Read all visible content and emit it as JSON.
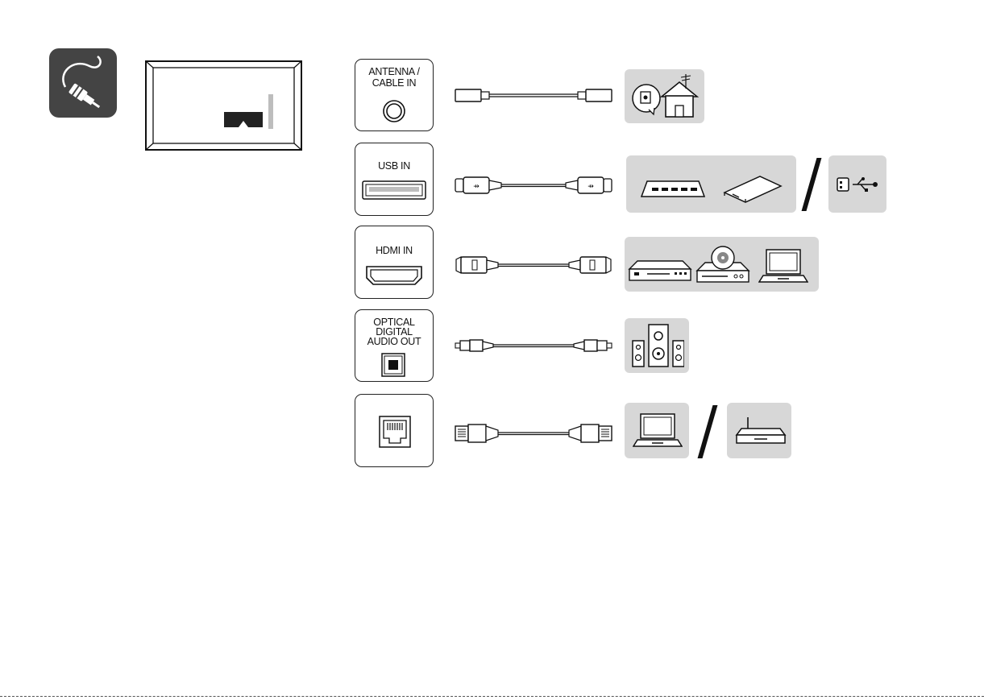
{
  "ports": [
    {
      "id": "antenna",
      "label": "ANTENNA / CABLE IN",
      "lines": [
        "ANTENNA /",
        "CABLE IN"
      ],
      "cable": "coaxial-cable",
      "devices": [
        [
          "antenna-house-icon"
        ]
      ]
    },
    {
      "id": "usb",
      "label": "USB IN",
      "lines": [
        "USB IN"
      ],
      "cable": "usb-cable",
      "devices": [
        [
          "hdd-icon",
          "external-drive-icon"
        ],
        [
          "usb-stick-icon"
        ]
      ]
    },
    {
      "id": "hdmi",
      "label": "HDMI IN",
      "lines": [
        "HDMI IN"
      ],
      "cable": "hdmi-cable",
      "devices": [
        [
          "blu-ray-player-icon",
          "dvd-player-icon",
          "laptop-icon"
        ]
      ]
    },
    {
      "id": "optical",
      "label": "OPTICAL DIGITAL AUDIO OUT",
      "lines": [
        "OPTICAL",
        "DIGITAL",
        "AUDIO OUT"
      ],
      "cable": "optical-cable",
      "devices": [
        [
          "speaker-system-icon"
        ]
      ]
    },
    {
      "id": "lan",
      "label": "",
      "lines": [],
      "cable": "ethernet-cable",
      "devices": [
        [
          "laptop-icon"
        ],
        [
          "router-icon"
        ]
      ]
    }
  ],
  "colors": {
    "device_bg": "#d7d7d7",
    "icon_tile": "#444444",
    "line": "#111111"
  },
  "icons": {
    "connection": "cable-plug-icon",
    "tv": "tv-rear-panel-icon"
  }
}
